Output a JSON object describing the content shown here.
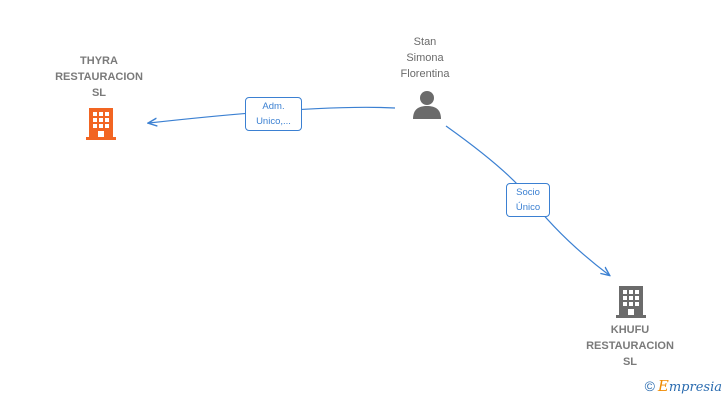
{
  "nodes": {
    "thyra": {
      "label": "THYRA\nRESTAURACION\nSL",
      "icon": "building-icon",
      "color": "#f26522"
    },
    "stan": {
      "label": "Stan\nSimona\nFlorentina",
      "icon": "person-icon",
      "color": "#6b6b6b"
    },
    "khufu": {
      "label": "KHUFU\nRESTAURACION\nSL",
      "icon": "building-icon",
      "color": "#6b6b6b"
    }
  },
  "edges": {
    "adm": {
      "label": "Adm.\nUnico,...",
      "from": "stan",
      "to": "thyra"
    },
    "socio": {
      "label": "Socio\nÚnico",
      "from": "stan",
      "to": "khufu"
    }
  },
  "colors": {
    "edge": "#3b80d2"
  },
  "brand": {
    "copyright": "©",
    "initial": "E",
    "rest": "mpresia"
  }
}
